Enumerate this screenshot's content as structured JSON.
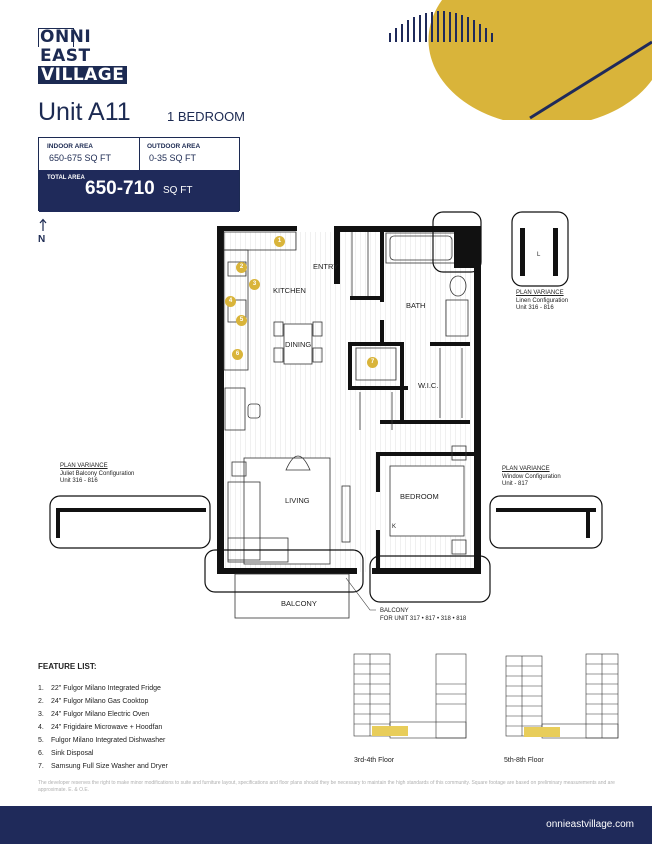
{
  "logo": {
    "line1": "ONNI",
    "line2": "EAST",
    "line3": "VILLAGE"
  },
  "unit": {
    "title": "Unit A11",
    "type": "1 BEDROOM"
  },
  "area": {
    "indoor_label": "INDOOR AREA",
    "indoor_value": "650-675 SQ FT",
    "outdoor_label": "OUTDOOR AREA",
    "outdoor_value": "0-35 SQ FT",
    "total_label": "TOTAL AREA",
    "total_value": "650-710",
    "total_unit": "SQ FT"
  },
  "north": "N",
  "plan": {
    "rooms": {
      "entry": "ENTRY",
      "kitchen": "KITCHEN",
      "bath": "BATH",
      "dining": "DINING",
      "wic": "W.I.C.",
      "living": "LIVING",
      "bedroom": "BEDROOM",
      "balcony": "BALCONY",
      "k": "K",
      "l": "L"
    },
    "balcony_note": "BALCONY\nFOR UNIT 317 • 817 • 318 • 818",
    "variance_linen": {
      "title": "PLAN VARIANCE",
      "line1": "Linen Configuration",
      "line2": "Unit 316 - 816"
    },
    "variance_juliet": {
      "title": "PLAN VARIANCE",
      "line1": "Juliet Balcony Configuration",
      "line2": "Unit 316 - 816"
    },
    "variance_window": {
      "title": "PLAN VARIANCE",
      "line1": "Window Configuration",
      "line2": "Unit - 817"
    },
    "markers": [
      "1",
      "2",
      "3",
      "4",
      "5",
      "6",
      "7"
    ]
  },
  "features": {
    "heading": "FEATURE LIST:",
    "items": [
      {
        "n": "1.",
        "text": "22\" Fulgor Milano Integrated Fridge"
      },
      {
        "n": "2.",
        "text": "24\" Fulgor Milano Gas Cooktop"
      },
      {
        "n": "3.",
        "text": "24\" Fulgor Milano Electric Oven"
      },
      {
        "n": "4.",
        "text": "24\" Frigidaire Microwave + Hoodfan"
      },
      {
        "n": "5.",
        "text": "Fulgor Milano Integrated Dishwasher"
      },
      {
        "n": "6.",
        "text": "Sink Disposal"
      },
      {
        "n": "7.",
        "text": "Samsung Full Size Washer and Dryer"
      }
    ]
  },
  "keyplans": {
    "floor_a": "3rd-4th Floor",
    "floor_b": "5th-8th Floor"
  },
  "disclaimer": "The developer reserves the right to make minor modifications to suite and furniture layout, specifications and floor plans should they be necessary to maintain the high standards of this community. Square footage are based on preliminary measurements and are approximate. E. & O.E.",
  "footer": {
    "url": "onnieastvillage.com"
  },
  "colors": {
    "navy": "#1f2a5a",
    "gold": "#d9b43a"
  }
}
